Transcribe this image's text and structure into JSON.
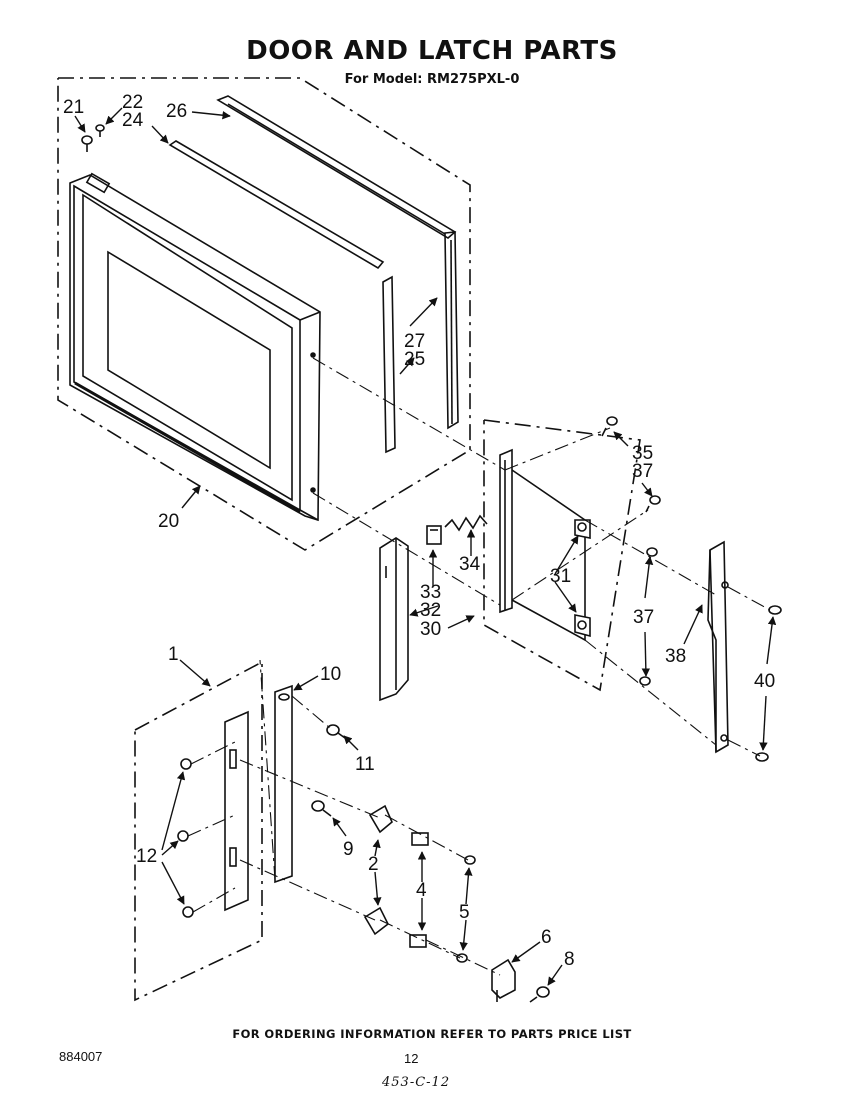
{
  "title": "DOOR AND LATCH PARTS",
  "subtitle": "For Model: RM275PXL-0",
  "footer": "FOR ORDERING INFORMATION REFER TO PARTS PRICE LIST",
  "doc_number": "884007",
  "page_number": "12",
  "handwritten_note": "453-C-12",
  "callouts": {
    "c21": "21",
    "c22": "22",
    "c24": "24",
    "c26": "26",
    "c27": "27",
    "c25": "25",
    "c20": "20",
    "c35": "35",
    "c37a": "37",
    "c34": "34",
    "c31": "31",
    "c33": "33",
    "c32": "32",
    "c30": "30",
    "c37b": "37",
    "c38": "38",
    "c40": "40",
    "c1": "1",
    "c10": "10",
    "c11": "11",
    "c9": "9",
    "c12": "12",
    "c2": "2",
    "c4": "4",
    "c5": "5",
    "c6": "6",
    "c8": "8"
  }
}
